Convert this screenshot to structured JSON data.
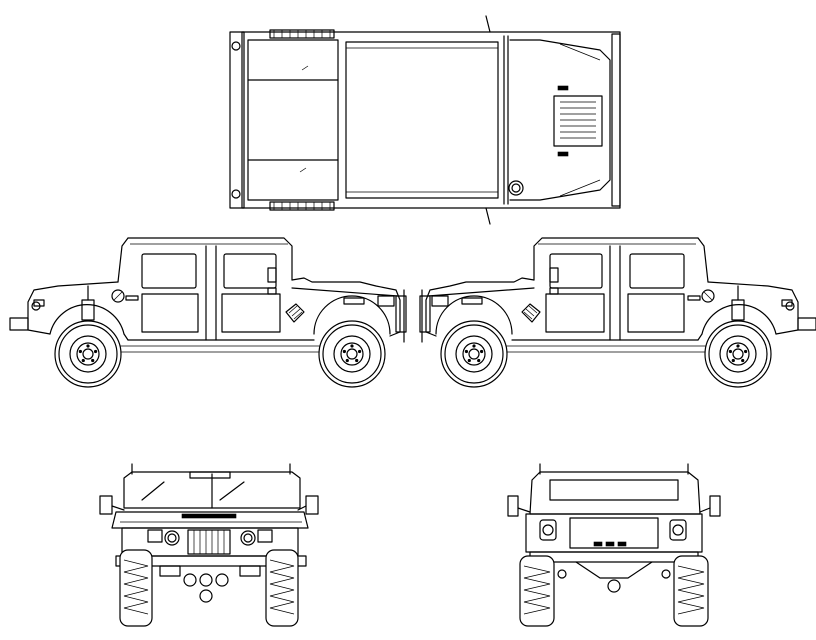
{
  "views": [
    {
      "id": "top",
      "name": "top-view"
    },
    {
      "id": "left",
      "name": "left-side-view"
    },
    {
      "id": "right",
      "name": "right-side-view"
    },
    {
      "id": "front",
      "name": "front-view"
    },
    {
      "id": "rear",
      "name": "rear-view"
    }
  ],
  "colors": {
    "line": "#000000",
    "background": "#ffffff"
  }
}
